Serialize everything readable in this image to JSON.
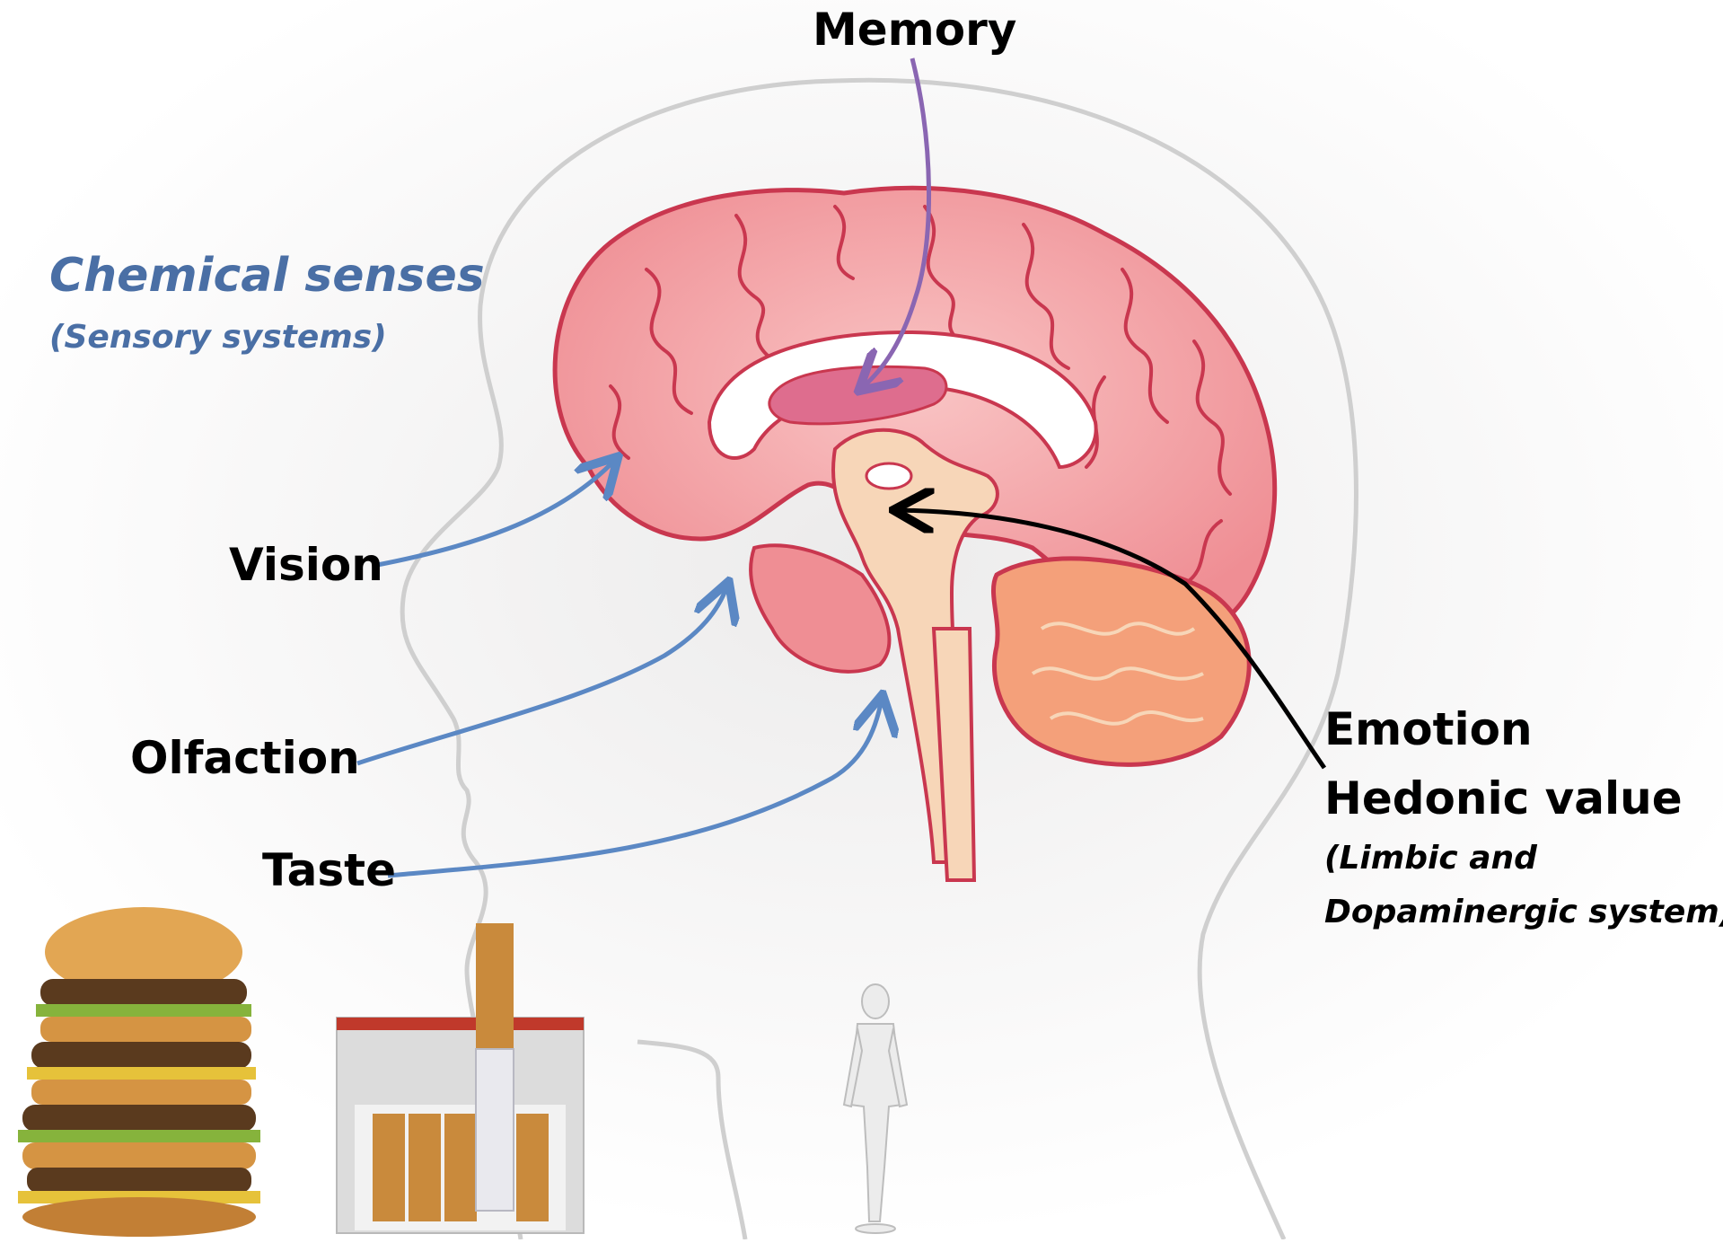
{
  "heading": {
    "title": "Chemical senses",
    "subtitle": "(Sensory systems)",
    "color": "#4a6fa5"
  },
  "labels": {
    "memory": "Memory",
    "vision": "Vision",
    "olfaction": "Olfaction",
    "taste": "Taste",
    "emotion": "Emotion",
    "hedonic": "Hedonic value",
    "limbic_line1": "(Limbic and",
    "limbic_line2": "Dopaminergic system)"
  },
  "colors": {
    "sensory_arrow": "#5b88c4",
    "memory_arrow": "#8a66b2",
    "emotion_arrow": "#000000",
    "brain_fill": "#f3a3a7",
    "brain_outline": "#c9374f",
    "limbic_fill": "#f7d6b8"
  },
  "pictures": {
    "burger": "stacked-burger-image",
    "cigarettes": "cigarette-pack-image",
    "mannequin": "white-mannequin-image"
  }
}
